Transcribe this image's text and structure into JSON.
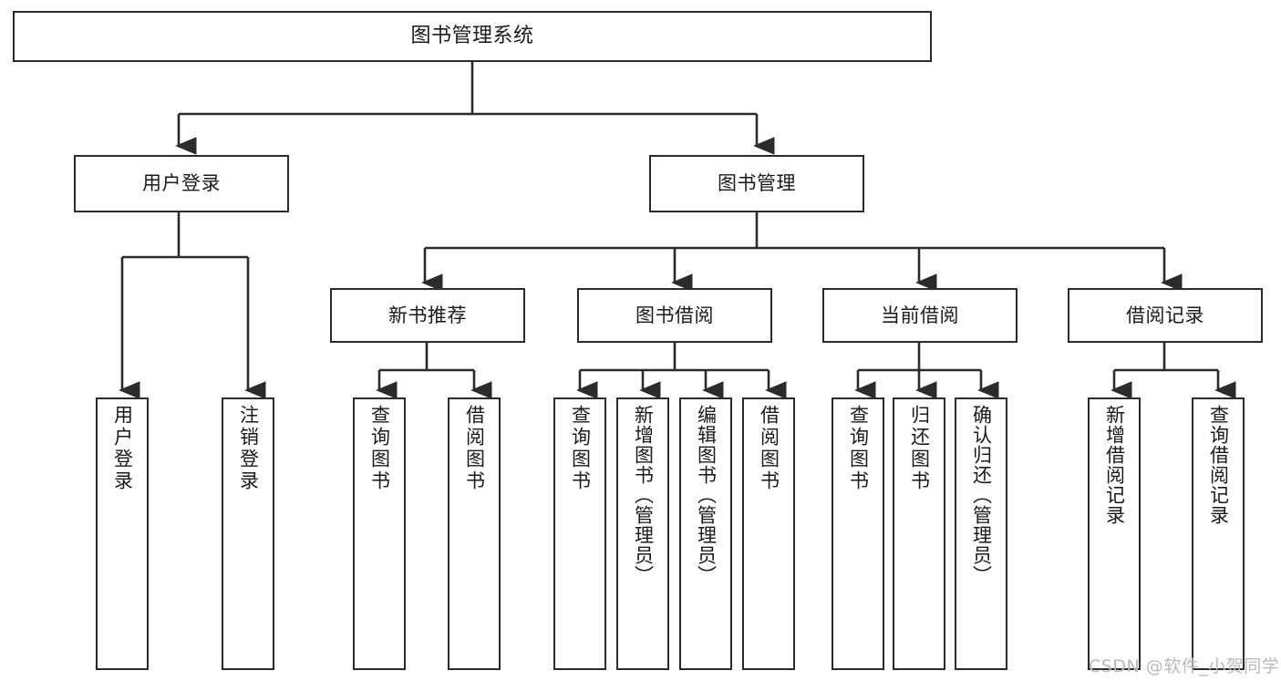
{
  "diagram": {
    "title": "图书管理系统",
    "type": "tree-hierarchy-diagram",
    "levels": {
      "root": "图书管理系统",
      "level2": [
        "用户登录",
        "图书管理"
      ],
      "level3": [
        "新书推荐",
        "图书借阅",
        "当前借阅",
        "借阅记录"
      ]
    },
    "nodes": {
      "root": {
        "label": "图书管理系统"
      },
      "user_login": {
        "label": "用户登录"
      },
      "book_manage": {
        "label": "图书管理"
      },
      "new_book_rec": {
        "label": "新书推荐"
      },
      "book_borrow": {
        "label": "图书借阅"
      },
      "current_borrow": {
        "label": "当前借阅"
      },
      "borrow_record": {
        "label": "借阅记录"
      },
      "leaf_user_login": {
        "label": "用户登录"
      },
      "leaf_logout": {
        "label": "注销登录"
      },
      "leaf_query_book_1": {
        "label": "查询图书"
      },
      "leaf_borrow_book_1": {
        "label": "借阅图书"
      },
      "leaf_query_book_2": {
        "label": "查询图书"
      },
      "leaf_add_book": {
        "label": "新增图书（管理员）"
      },
      "leaf_edit_book": {
        "label": "编辑图书（管理员）"
      },
      "leaf_borrow_book_2": {
        "label": "借阅图书"
      },
      "leaf_query_book_3": {
        "label": "查询图书"
      },
      "leaf_return_book": {
        "label": "归还图书"
      },
      "leaf_confirm_return": {
        "label": "确认归还（管理员）"
      },
      "leaf_add_record": {
        "label": "新增借阅记录"
      },
      "leaf_query_record": {
        "label": "查询借阅记录"
      }
    },
    "colors": {
      "stroke": "#2b2b2b",
      "fill": "#ffffff",
      "text": "#1a1a1a",
      "watermark": "#b9b9b9"
    }
  },
  "watermark": {
    "text": "CSDN @软件_小贺同学"
  }
}
